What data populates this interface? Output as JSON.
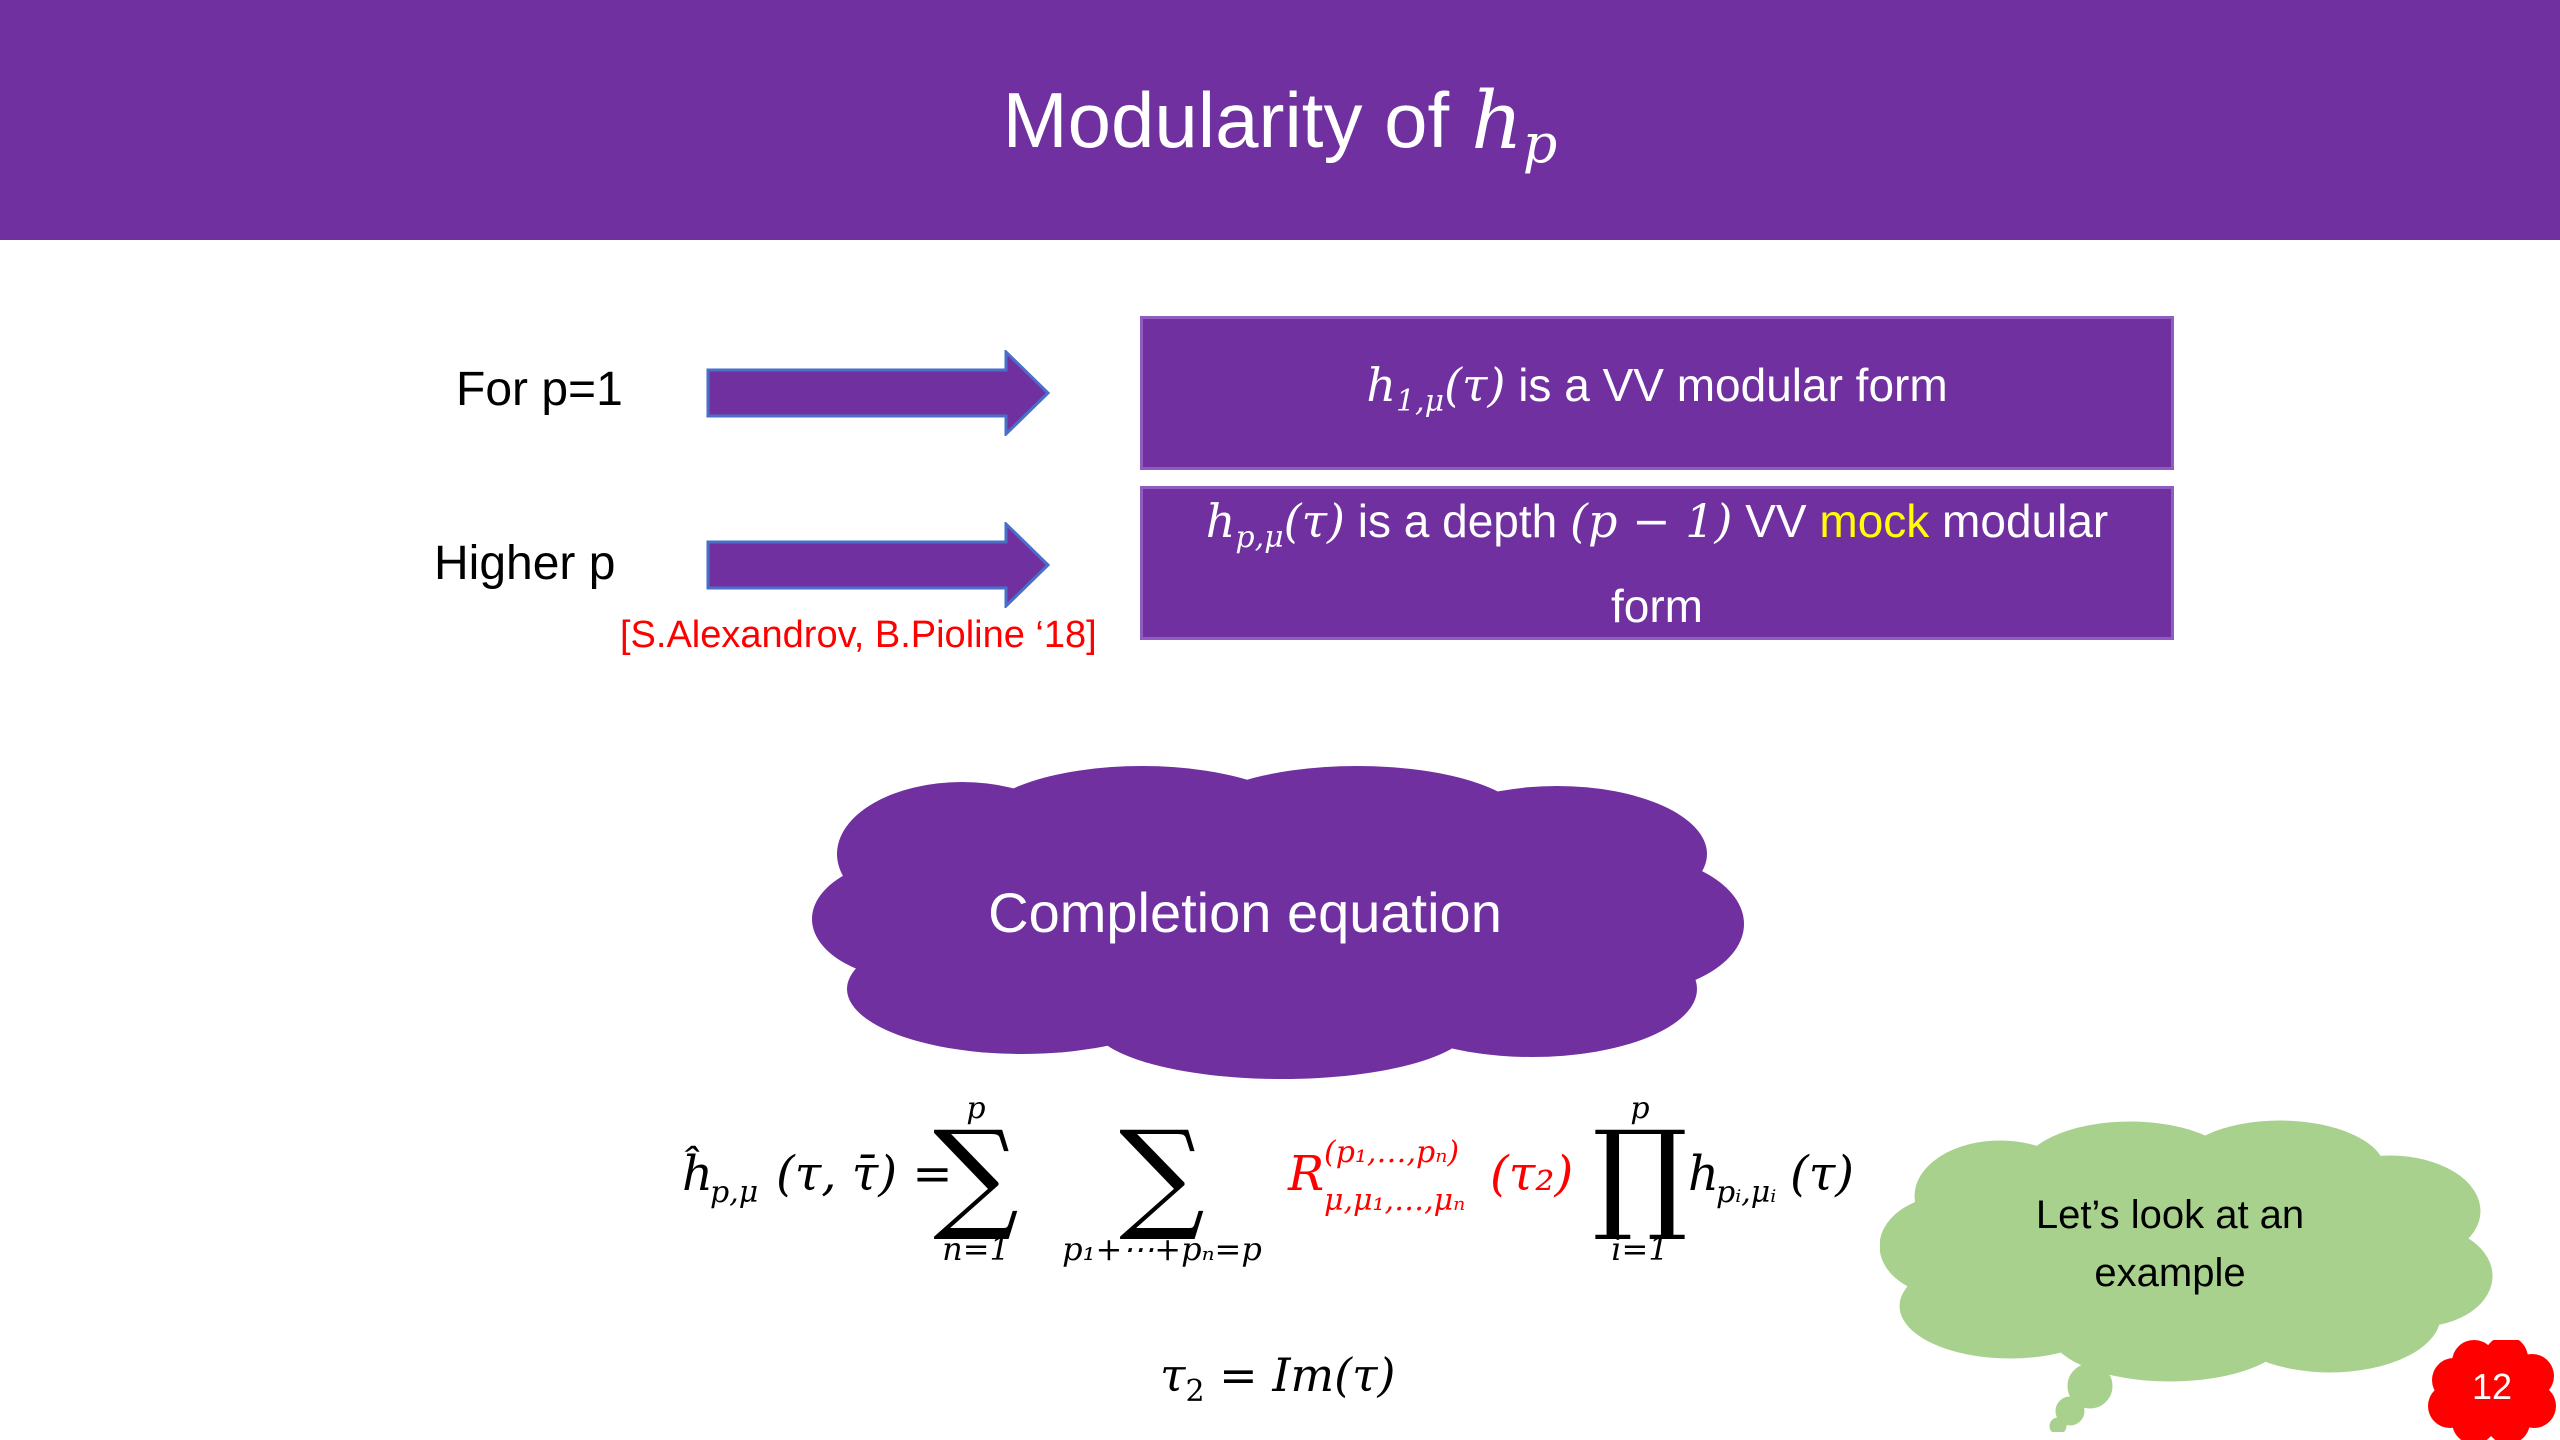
{
  "slide": {
    "title_text": "Modularity of",
    "title_math_var": "h",
    "title_math_sub": "p",
    "row1_label": "For p=1",
    "row2_label": "Higher p",
    "box1": {
      "math_var": "h",
      "math_sub": "1,μ",
      "math_arg": "(τ)",
      "text": " is a VV modular form"
    },
    "box2": {
      "math_var": "h",
      "math_sub": "p,μ",
      "math_arg": "(τ)",
      "text_before": " is a depth ",
      "depth_expr": "(p − 1)",
      "text_vv": " VV ",
      "highlight": "mock",
      "text_after": " modular form"
    },
    "citation": "[S.Alexandrov, B.Pioline ‘18]",
    "cloud_label": "Completion equation",
    "formula": {
      "lhs": "ĥ",
      "lhs_sub": "p,μ",
      "lhs_args": "(τ, τ̄) =",
      "sum1_upper": "p",
      "sum1_lower": "n=1",
      "sum2_lower": "p₁+⋯+pₙ=p",
      "R": "R",
      "R_sup": "(p₁,…,pₙ)",
      "R_sub": "μ,μ₁,…,μₙ",
      "R_arg": "(τ₂)",
      "prod_upper": "p",
      "prod_lower": "i=1",
      "h": "h",
      "h_sub": "pᵢ,μᵢ",
      "h_arg": "(τ)"
    },
    "tau2_lhs": "τ",
    "tau2_sub": "2",
    "tau2_rhs": " = Im(τ)",
    "bubble_text": "Let’s look at an example",
    "page_number": "12"
  },
  "colors": {
    "accent": "#7030a0",
    "citation": "#ff0000",
    "highlight": "#ffff00",
    "bubble": "#a9d18e",
    "badge": "#ff0000"
  }
}
